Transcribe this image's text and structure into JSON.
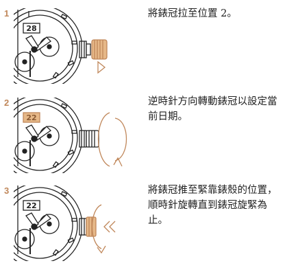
{
  "steps": [
    {
      "number": "1",
      "date": "28",
      "text": "將錶冠拉至位置 2。"
    },
    {
      "number": "2",
      "date": "22",
      "text": "逆時針方向轉動錶冠以設定當前日期。"
    },
    {
      "number": "3",
      "date": "22",
      "text": "將錶冠推至緊靠錶殼的位置，順時針旋轉直到錶冠旋緊為止。"
    }
  ],
  "colors": {
    "accent": "#c0875a",
    "line": "#222222"
  }
}
